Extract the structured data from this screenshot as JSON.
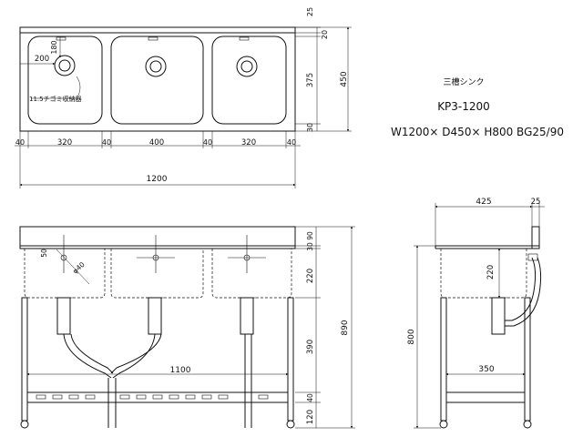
{
  "title_block": {
    "name": "三槽シンク",
    "model": "KP3-1200",
    "spec": "W1200× D450× H800 BG25/90"
  },
  "top_view": {
    "dims": {
      "bg_top": "25",
      "bg_side": "20",
      "depth_total": "450",
      "basin_depth": "375",
      "front_lip": "30",
      "drain_from_back": "180",
      "drain_from_side": "200",
      "edge_left": "40",
      "basin_left": "320",
      "gap_1": "40",
      "basin_mid": "400",
      "gap_2": "40",
      "basin_right": "320",
      "edge_right": "40",
      "total_width": "1200"
    },
    "annotation": "11.5チゴミ収納器"
  },
  "front_view": {
    "dims": {
      "bg_height": "90",
      "top_thickness": "30",
      "basin_depth": "220",
      "leg_section": "390",
      "shelf_height": "40",
      "foot": "120",
      "total_height": "890",
      "drain_span": "1100",
      "outlet_offset": "50",
      "outlet_dia": "φ40"
    }
  },
  "side_view": {
    "dims": {
      "depth": "425",
      "bg": "25",
      "basin_depth": "220",
      "height": "800",
      "leg_span": "350"
    }
  }
}
